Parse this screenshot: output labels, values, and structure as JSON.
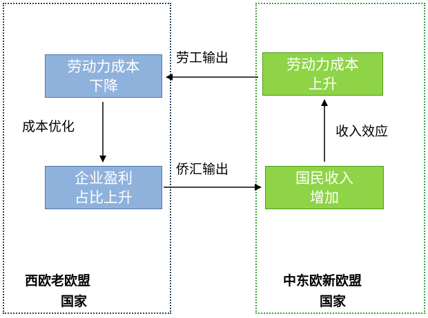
{
  "regions": {
    "west": {
      "label_line1": "西欧老欧盟",
      "label_line2": "国家",
      "border_color": "#24405f"
    },
    "east": {
      "label_line1": "中东欧新欧盟",
      "label_line2": "国家",
      "border_color": "#2fa12f"
    }
  },
  "nodes": {
    "labor_cost_down": {
      "line1": "劳动力成本",
      "line2": "下降",
      "fill": "#8fb2dc"
    },
    "profit_share_up": {
      "line1": "企业盈利",
      "line2": "占比上升",
      "fill": "#8fb2dc"
    },
    "labor_cost_up": {
      "line1": "劳动力成本",
      "line2": "上升",
      "fill": "#8ed446"
    },
    "national_income_up": {
      "line1": "国民收入",
      "line2": "增加",
      "fill": "#8ed446"
    }
  },
  "edges": {
    "labor_export": "劳工输出",
    "cost_optimization": "成本优化",
    "remittance_export": "侨汇输出",
    "income_effect": "收入效应"
  }
}
